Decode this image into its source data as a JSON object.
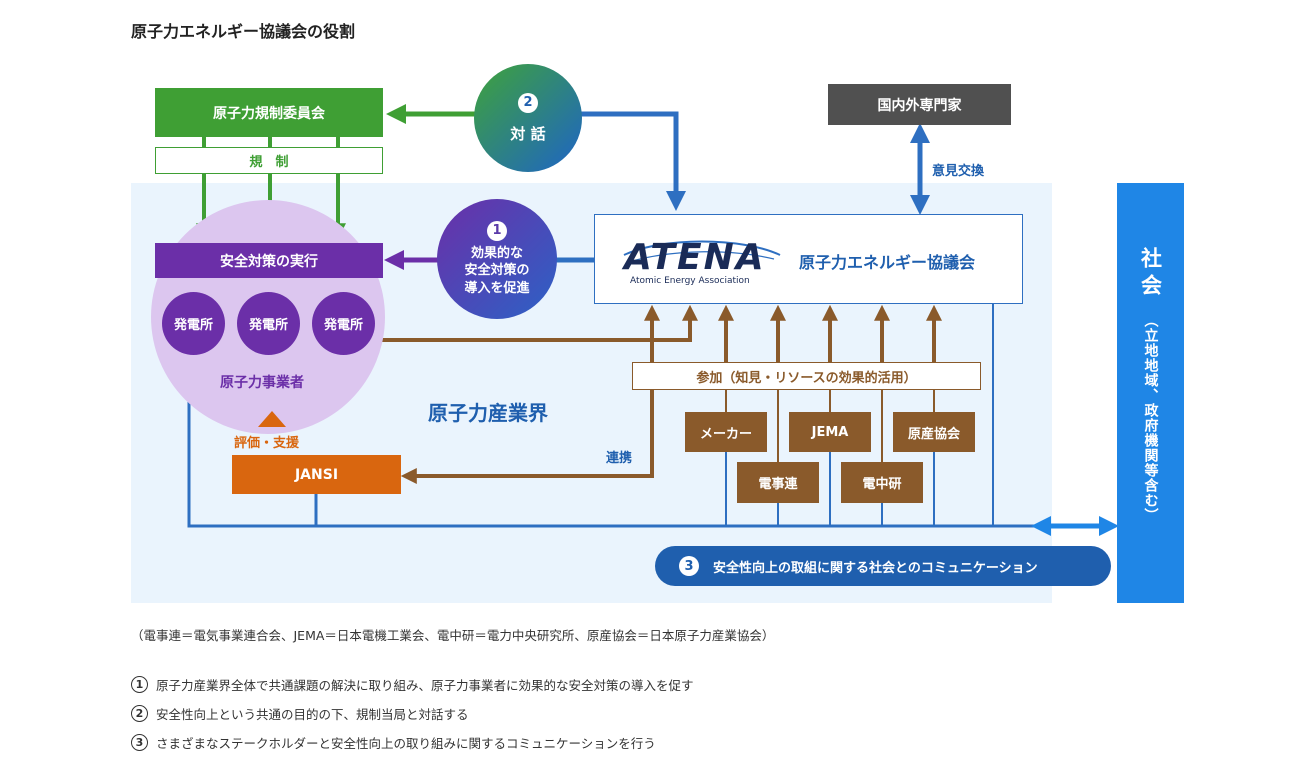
{
  "title": "原子力エネルギー協議会の役割",
  "diagram": {
    "regulator": "原子力規制委員会",
    "regulation": "規　制",
    "dialogue": {
      "num": "2",
      "label": "対 話"
    },
    "promote": {
      "num": "1",
      "line1": "効果的な",
      "line2": "安全対策の",
      "line3": "導入を促進"
    },
    "atena": {
      "logo": "ATENA",
      "logo_sub": "Atomic Energy Association",
      "name": "原子力エネルギー協議会"
    },
    "experts": "国内外専門家",
    "exchange": "意見交換",
    "safety_exec": "安全対策の実行",
    "plant": "発電所",
    "operators": "原子力事業者",
    "industry": "原子力産業界",
    "evaluation": "評価・支援",
    "jansi": "JANSI",
    "cooperation": "連携",
    "participation": "参加（知見・リソースの効果的活用）",
    "orgs_top": [
      "メーカー",
      "JEMA",
      "原産協会"
    ],
    "orgs_bottom": [
      "電事連",
      "電中研"
    ],
    "communication": {
      "num": "3",
      "label": "安全性向上の取組に関する社会とのコミュニケーション"
    },
    "society": "社会",
    "society_sub": "（立地地域、政府機関等含む）"
  },
  "abbreviations": "（電事連＝電気事業連合会、JEMA＝日本電機工業会、電中研＝電力中央研究所、原産協会＝日本原子力産業協会）",
  "notes": [
    {
      "num": "1",
      "text": "原子力産業界全体で共通課題の解決に取り組み、原子力事業者に効果的な安全対策の導入を促す"
    },
    {
      "num": "2",
      "text": "安全性向上という共通の目的の下、規制当局と対話する"
    },
    {
      "num": "3",
      "text": "さまざまなステークホルダーと安全性向上の取り組みに関するコミュニケーションを行う"
    }
  ],
  "colors": {
    "green": "#3f9f34",
    "purple": "#6b2fa8",
    "light_purple": "#dcc6ef",
    "blue": "#2e6fc1",
    "society_blue": "#1f86e6",
    "light_blue_bg": "#eaf4fd",
    "brown": "#8a5a2b",
    "orange": "#d9660f",
    "gray": "#505050",
    "navy": "#1f5fae"
  }
}
